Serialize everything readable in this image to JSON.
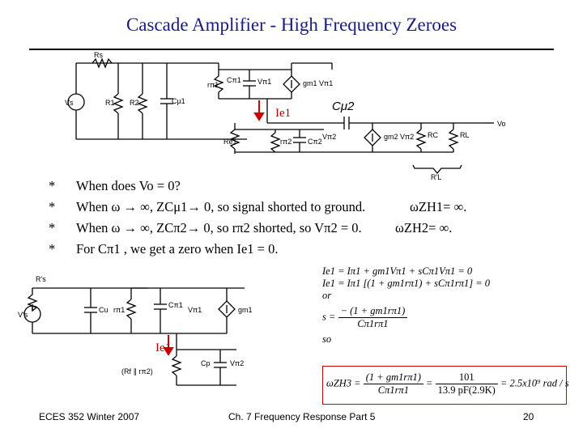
{
  "title": "Cascade  Amplifier  - High  Frequency  Zeroes",
  "bullets": [
    {
      "marker": "*",
      "text": "When does Vo = 0?"
    },
    {
      "marker": "*",
      "text": "When ω → ∞, ZCμ1→ 0,  so signal shorted to ground."
    },
    {
      "marker": "*",
      "text": "When ω → ∞, ZCπ2→ 0,  so rπ2 shorted, so Vπ2 = 0."
    },
    {
      "marker": "*",
      "text": "For Cπ1 , we get a zero when  Ie1 = 0."
    }
  ],
  "omega_notes": [
    "ωZH1= ∞.",
    "ωZH2= ∞."
  ],
  "ie_label_top": "Ie1",
  "ie_label_bottom": "Ie1",
  "cmu2_label": "Cμ2",
  "circuit_top_labels": {
    "rs": "Rs",
    "vs": "Vs",
    "r1": "R1",
    "r2": "R2",
    "cmu1": "Cμ1",
    "rpi1": "rπ1",
    "cpi1": "Cπ1",
    "vpi1": "Vπ1",
    "gm1": "gm1 Vπ1",
    "re1": "Re1",
    "rpi2": "rπ2",
    "cpi2": "Cπ2",
    "vpi2": "Vπ2",
    "gm2": "gm2 Vπ2",
    "rc": "RC",
    "rl": "RL",
    "vo": "Vo",
    "rlp": "R'L"
  },
  "circuit_bottom_labels": {
    "rsp": "R's",
    "vsp": "V's",
    "cu": "Cu",
    "rpi1": "rπ1",
    "cpi1": "Cπ1",
    "vpi1": "Vπ1",
    "gm": "gm1",
    "rf": "(Rf ∥ rπ2)",
    "cp": "Cp",
    "vpi2": "Vπ2"
  },
  "equations": {
    "l1": "Ie1 = Iπ1 + gm1Vπ1 + sCπ1Vπ1 = 0",
    "l2_pre": "Ie1 = Iπ1 [(1 + gm1rπ1) + sCπ1rπ1] = 0",
    "l3": "or",
    "l4_lhs": "s =",
    "l4_num": "− (1 + gm1rπ1)",
    "l4_den": "Cπ1rπ1",
    "l5": "so",
    "box_lhs": "ωZH3 =",
    "box_f1_num": "(1 + gm1rπ1)",
    "box_f1_den": "Cπ1rπ1",
    "box_eq": "=",
    "box_f2_num": "101",
    "box_f2_den": "13.9 pF(2.9K)",
    "box_result": "= 2.5x10⁹ rad / s"
  },
  "footer": {
    "left": "ECES 352  Winter 2007",
    "center": "Ch. 7 Frequency Response  Part 5",
    "right": "20"
  }
}
